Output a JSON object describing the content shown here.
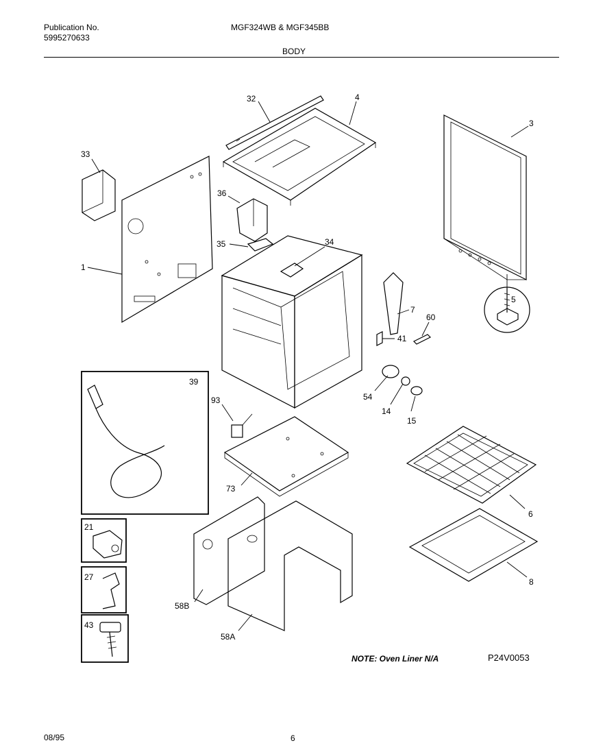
{
  "header": {
    "publication_label": "Publication No.",
    "publication_number": "5995270633",
    "models": "MGF324WB & MGF345BB",
    "section": "BODY"
  },
  "labels": {
    "l32": "32",
    "l4": "4",
    "l3": "3",
    "l33": "33",
    "l36": "36",
    "l1": "1",
    "l35": "35",
    "l34": "34",
    "l5": "5",
    "l7": "7",
    "l60": "60",
    "l41": "41",
    "l39": "39",
    "l54": "54",
    "l14": "14",
    "l15": "15",
    "l93": "93",
    "l73": "73",
    "l6": "6",
    "l21": "21",
    "l27": "27",
    "l43": "43",
    "l58b": "58B",
    "l58a": "58A",
    "l8": "8"
  },
  "note": "NOTE: Oven Liner N/A",
  "diagram_code": "P24V0053",
  "footer": {
    "date": "08/95",
    "page": "6"
  }
}
